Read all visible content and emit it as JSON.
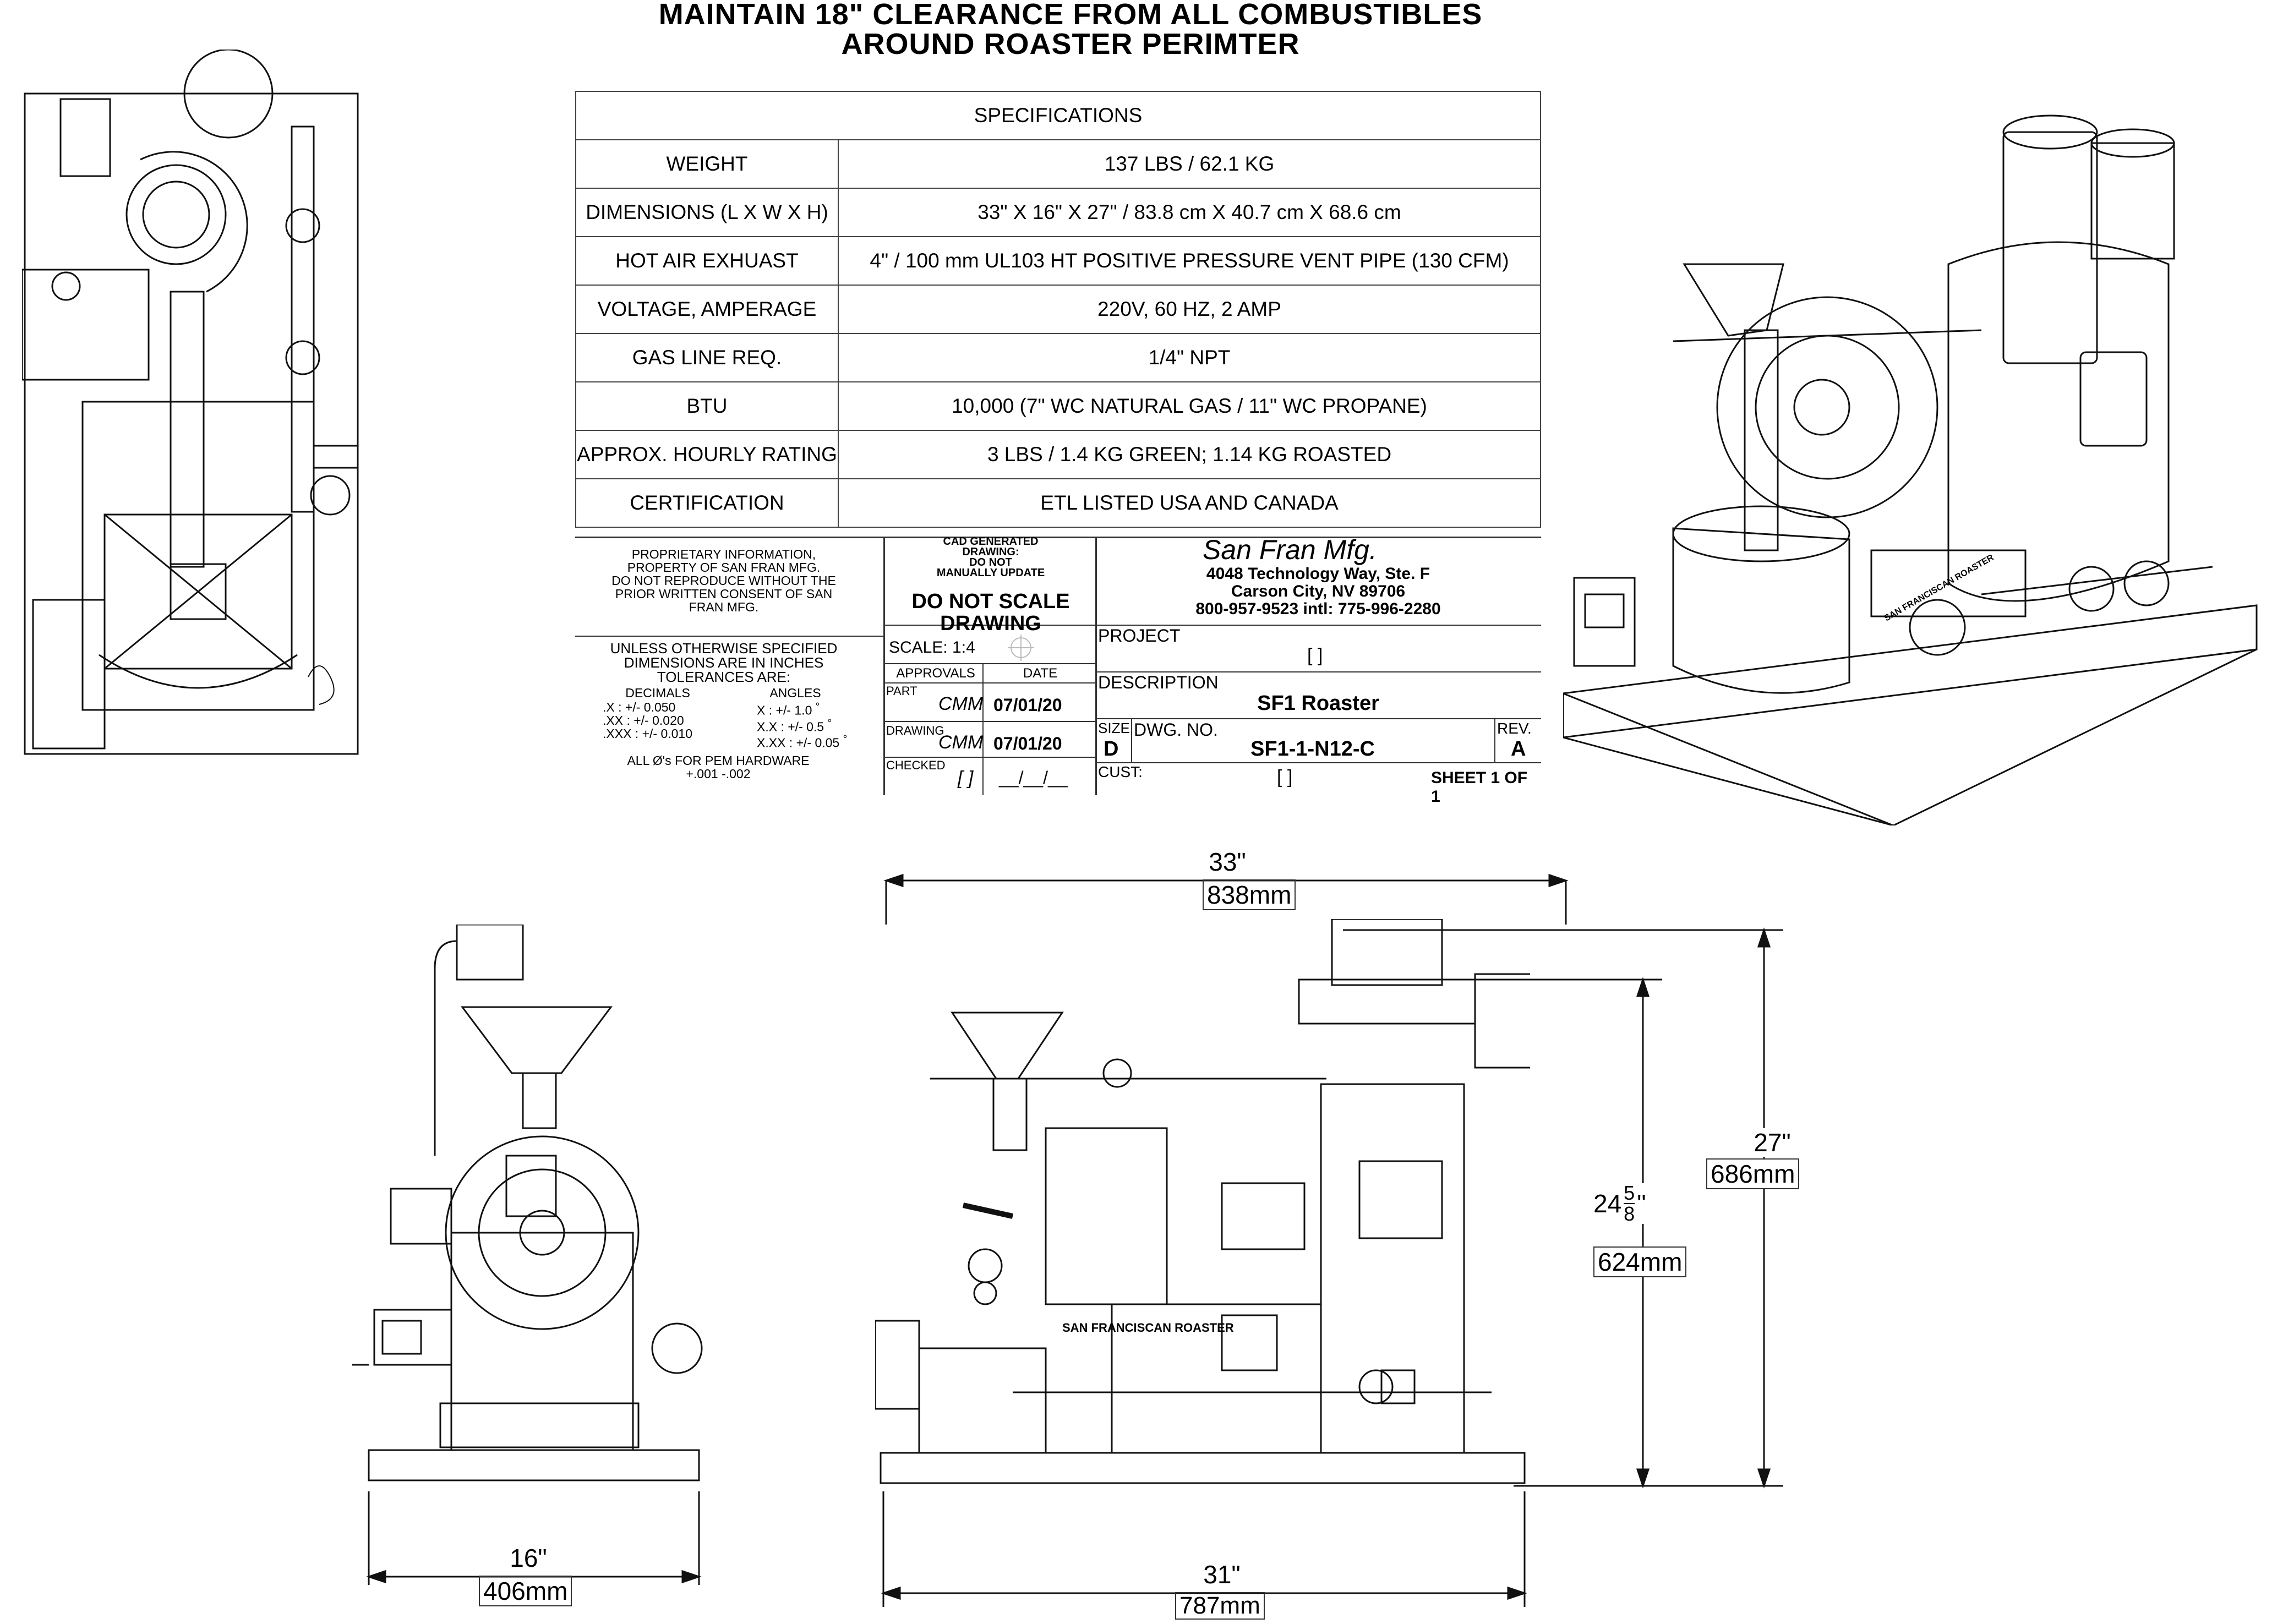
{
  "header": {
    "line1": "MAINTAIN 18\" CLEARANCE FROM ALL COMBUSTIBLES",
    "line2": "AROUND ROASTER PERIMTER"
  },
  "specifications": {
    "title": "SPECIFICATIONS",
    "rows": [
      {
        "label": "WEIGHT",
        "value": "137 LBS / 62.1 KG"
      },
      {
        "label": "DIMENSIONS (L X W X H)",
        "value": "33\" X 16\" X 27\" / 83.8 cm X 40.7 cm X 68.6 cm"
      },
      {
        "label": "HOT AIR EXHUAST",
        "value": "4\" / 100 mm UL103 HT POSITIVE PRESSURE VENT PIPE (130 CFM)"
      },
      {
        "label": "VOLTAGE, AMPERAGE",
        "value": "220V, 60 HZ, 2 AMP"
      },
      {
        "label": "GAS LINE REQ.",
        "value": "1/4\" NPT"
      },
      {
        "label": "BTU",
        "value": "10,000 (7\" WC NATURAL GAS / 11\" WC PROPANE)"
      },
      {
        "label": "APPROX. HOURLY RATING",
        "value": "3 LBS / 1.4 KG GREEN; 1.14 KG ROASTED"
      },
      {
        "label": "CERTIFICATION",
        "value": "ETL LISTED USA AND CANADA"
      }
    ]
  },
  "title_block": {
    "proprietary": [
      "PROPRIETARY INFORMATION,",
      "PROPERTY OF SAN FRAN MFG.",
      "DO NOT REPRODUCE WITHOUT THE",
      "PRIOR WRITTEN CONSENT OF SAN",
      "FRAN MFG."
    ],
    "tolerance_header": [
      "UNLESS  OTHERWISE  SPECIFIED",
      "DIMENSIONS ARE IN INCHES",
      "TOLERANCES ARE:"
    ],
    "decimals_label": "DECIMALS",
    "angles_label": "ANGLES",
    "decimals": [
      ".X : +/-  0.050",
      ".XX : +/-  0.020",
      ".XXX : +/-  0.010"
    ],
    "angles": [
      "X  : +/-  1.0",
      "X.X : +/-  0.5",
      "X.XX : +/- 0.05"
    ],
    "degree": "°",
    "pem_note": [
      "ALL Ø's FOR PEM HARDWARE",
      "+.001  -.002"
    ],
    "cad_note": [
      "CAD GENERATED",
      "DRAWING:",
      "DO NOT",
      "MANUALLY UPDATE"
    ],
    "do_not_scale": [
      "DO NOT SCALE",
      "DRAWING"
    ],
    "scale": "SCALE: 1:4",
    "approvals": "APPROVALS",
    "date": "DATE",
    "part_label": "PART",
    "part_initials": "CMM",
    "part_date": "07/01/20",
    "drawing_label": "DRAWING",
    "drawing_initials": "CMM",
    "drawing_date": "07/01/20",
    "checked_label": "CHECKED",
    "checked_initials": "[  ]",
    "checked_date": "__/__/__",
    "company": "San Fran Mfg.",
    "address1": "4048 Technology Way, Ste. F",
    "address2": "Carson City, NV 89706",
    "phone": "800-957-9523  intl: 775-996-2280",
    "project_label": "PROJECT",
    "project_value": "[ ]",
    "description_label": "DESCRIPTION",
    "description_value": "SF1 Roaster",
    "size_label": "SIZE",
    "size_value": "D",
    "dwg_label": "DWG.  NO.",
    "dwg_value": "SF1-1-N12-C",
    "rev_label": "REV.",
    "rev_value": "A",
    "cust_label": "CUST:",
    "cust_value": "[ ]",
    "sheet": "SHEET 1 OF 1"
  },
  "dimensions": {
    "length_in": "33\"",
    "length_mm": "838mm",
    "width_in": "16\"",
    "width_mm": "406mm",
    "base_in": "31\"",
    "base_mm": "787mm",
    "height_in": "27\"",
    "height_mm": "686mm",
    "inner_height_whole": "24",
    "inner_height_num": "5",
    "inner_height_den": "8",
    "inner_height_unit": "\"",
    "inner_height_mm": "624mm"
  },
  "machine_label": "SAN FRANCISCAN ROASTER"
}
